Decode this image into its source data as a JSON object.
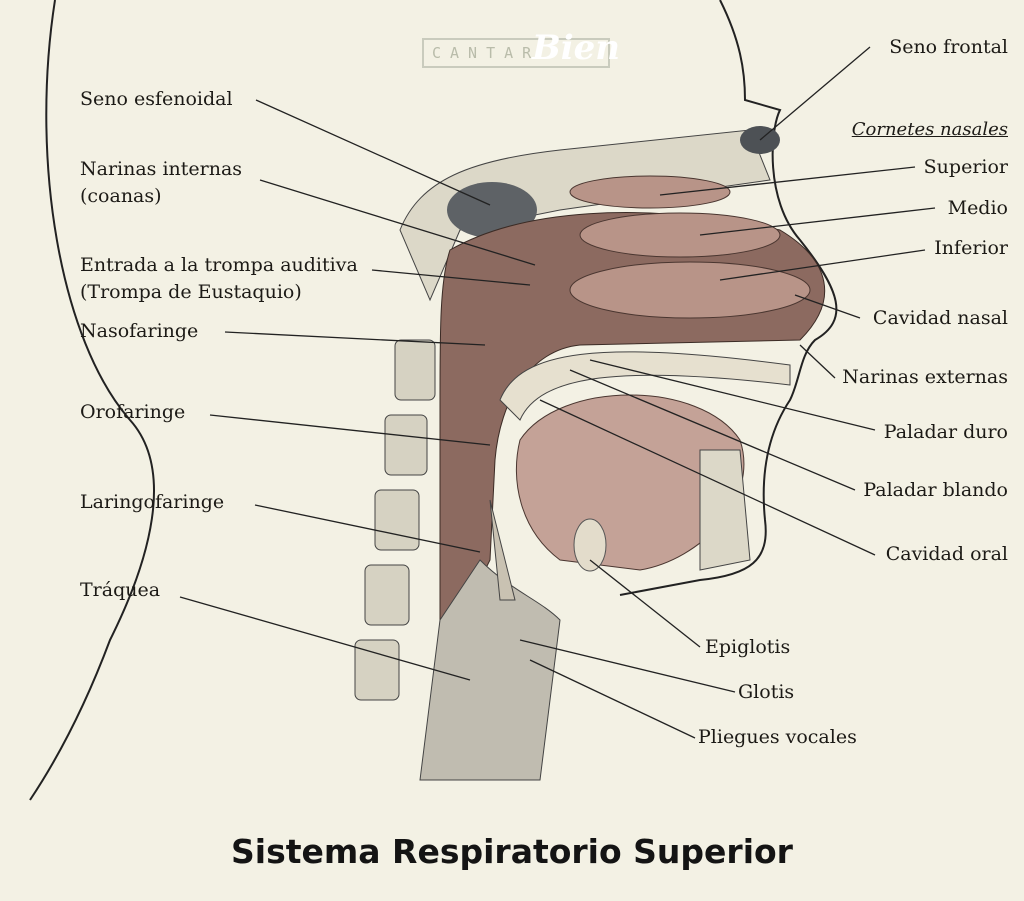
{
  "logo": {
    "text_1": "CANTAR",
    "text_2": "Bien"
  },
  "title": "Sistema Respiratorio Superior",
  "left_labels": [
    {
      "text": "Seno esfenoidal"
    },
    {
      "text": "Narinas internas"
    },
    {
      "text": "(coanas)"
    },
    {
      "text": "Entrada a la trompa auditiva"
    },
    {
      "text": "(Trompa de Eustaquio)"
    },
    {
      "text": "Nasofaringe"
    },
    {
      "text": "Orofaringe"
    },
    {
      "text": "Laringofaringe"
    },
    {
      "text": "Tráquea"
    }
  ],
  "right_labels": {
    "seno_frontal": "Seno frontal",
    "cornetes_heading": "Cornetes nasales",
    "superior": "Superior",
    "medio": "Medio",
    "inferior": "Inferior",
    "cavidad_nasal": "Cavidad nasal",
    "narinas_externas": "Narinas externas",
    "paladar_duro": "Paladar duro",
    "paladar_blando": "Paladar blando",
    "cavidad_oral": "Cavidad oral",
    "epiglotis": "Epiglotis",
    "glotis": "Glotis",
    "pliegues_vocales": "Pliegues vocales"
  },
  "colors": {
    "background": "#f3f1e4",
    "tissue": "#b08a7e",
    "dark_tissue": "#8c6a60",
    "bone": "#dcd8c8"
  }
}
